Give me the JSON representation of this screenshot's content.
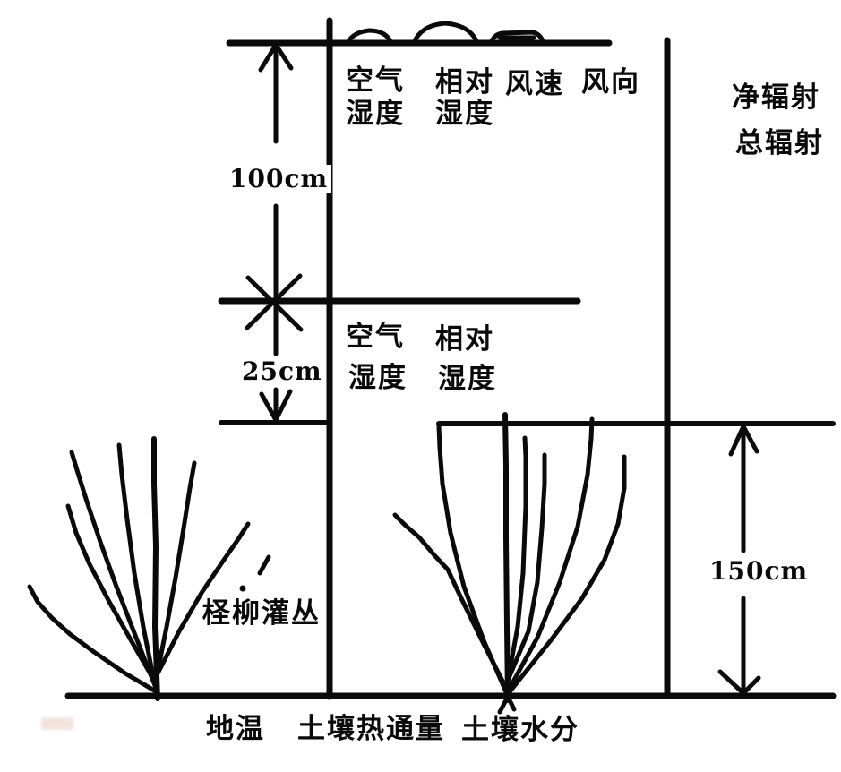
{
  "colors": {
    "ink": "#0a0a0a",
    "bg": "#ffffff",
    "watermark": "#e8c3b5"
  },
  "diagram": {
    "upper_level": {
      "air_line1": "空气",
      "air_line2": "湿度",
      "rh_line1": "相对",
      "rh_line2": "湿度",
      "wind_speed": "风速",
      "wind_direction": "风向",
      "height": "100cm"
    },
    "lower_level": {
      "air_line1": "空气",
      "air_line2": "湿度",
      "rh_line1": "相对",
      "rh_line2": "湿度",
      "height": "25cm"
    },
    "radiation": {
      "net": "净辐射",
      "total": "总辐射"
    },
    "canopy": {
      "height": "150cm",
      "vegetation": "柽柳灌丛"
    },
    "soil": {
      "temperature": "地温",
      "heat_flux": "土壤热通量",
      "moisture": "土壤水分"
    }
  }
}
